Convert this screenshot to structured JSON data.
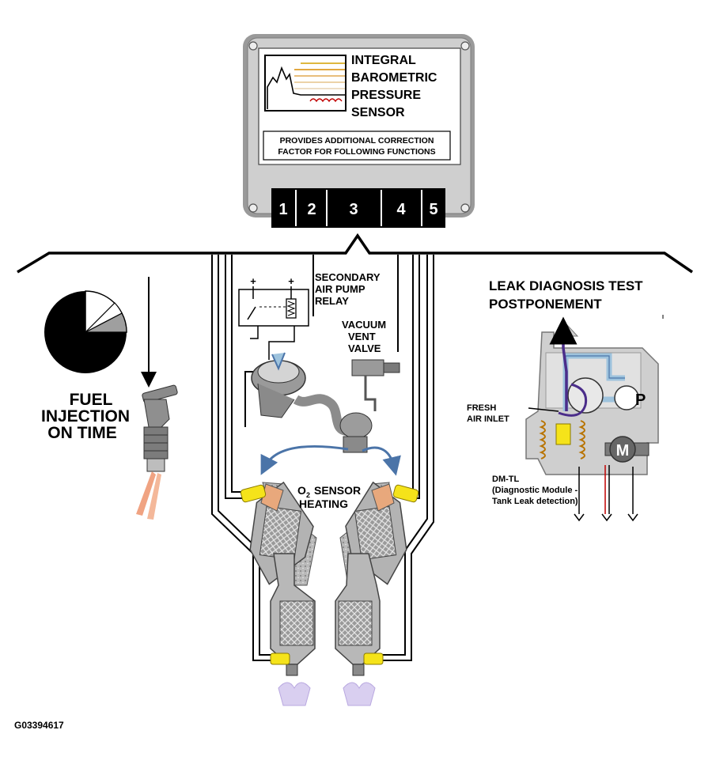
{
  "ecu": {
    "title_lines": [
      "INTEGRAL",
      "BAROMETRIC",
      "PRESSURE",
      "SENSOR"
    ],
    "note_lines": [
      "PROVIDES ADDITIONAL CORRECTION",
      "FACTOR FOR FOLLOWING FUNCTIONS"
    ],
    "connector_labels": [
      "1",
      "2",
      "3",
      "4",
      "5"
    ]
  },
  "fuel_injection": {
    "label_lines": [
      "FUEL",
      "INJECTION",
      "ON TIME"
    ],
    "pie_fraction_black": 0.78
  },
  "secondary_air": {
    "relay_label_lines": [
      "SECONDARY",
      "AIR PUMP",
      "RELAY"
    ],
    "valve_label_lines": [
      "VACUUM",
      "VENT",
      "VALVE"
    ],
    "relay_terminals": [
      "+",
      "+"
    ]
  },
  "o2_sensor": {
    "label_lines": [
      "O",
      "SENSOR",
      "HEATING"
    ],
    "subscript": "2"
  },
  "leak_diagnosis": {
    "title_lines": [
      "LEAK DIAGNOSIS TEST",
      "POSTPONEMENT"
    ],
    "fresh_air_lines": [
      "FRESH",
      "AIR INLET"
    ],
    "dmtl_lines": [
      "DM-TL",
      "(Diagnostic Module -",
      "Tank Leak detection)"
    ],
    "pump_letter": "P",
    "motor_letter": "M"
  },
  "figure_id": "G03394617",
  "colors": {
    "connector": "#000000",
    "ecu_body": "#c8c8c8",
    "purple_flow": "#4b2d8a",
    "light_blue": "#9ec3dd",
    "yellow": "#f5e31a",
    "orange": "#f0b98e",
    "catalyst": "#8c8c8c",
    "red_wire": "#c00000"
  }
}
